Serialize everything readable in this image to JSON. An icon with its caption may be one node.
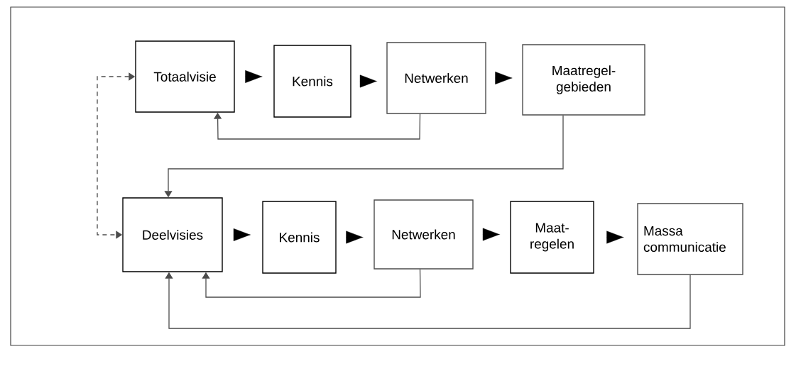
{
  "diagram": {
    "nodes": [
      {
        "text": [
          "Totaalvisie"
        ]
      },
      {
        "text": [
          "Kennis"
        ]
      },
      {
        "text": [
          "Netwerken"
        ]
      },
      {
        "text": [
          "Maatregel- gebieden"
        ]
      },
      {
        "text": [
          "Deelvisies"
        ]
      },
      {
        "text": [
          "Kennis"
        ]
      },
      {
        "text": [
          "Netwerken"
        ]
      },
      {
        "text": [
          "Maat- regelen"
        ]
      },
      {
        "text": [
          "Massa communicatie"
        ]
      }
    ],
    "edges": [
      {
        "from": 0,
        "to": 1,
        "arrow": "to"
      },
      {
        "from": 1,
        "to": 2,
        "arrow": "to"
      },
      {
        "from": 2,
        "to": 3,
        "arrow": "to"
      },
      {
        "from": 2,
        "to": 0,
        "arrow": "to"
      },
      {
        "from": 3,
        "to": 4,
        "arrow": "to"
      },
      {
        "from": 0,
        "to": 4,
        "arrow": "both",
        "style": "dashed"
      },
      {
        "from": 4,
        "to": 5,
        "arrow": "to"
      },
      {
        "from": 5,
        "to": 6,
        "arrow": "to"
      },
      {
        "from": 6,
        "to": 7,
        "arrow": "to"
      },
      {
        "from": 7,
        "to": 8,
        "arrow": "to"
      },
      {
        "from": 6,
        "to": 4,
        "arrow": "to"
      },
      {
        "from": 8,
        "to": 4,
        "arrow": "to"
      }
    ]
  }
}
